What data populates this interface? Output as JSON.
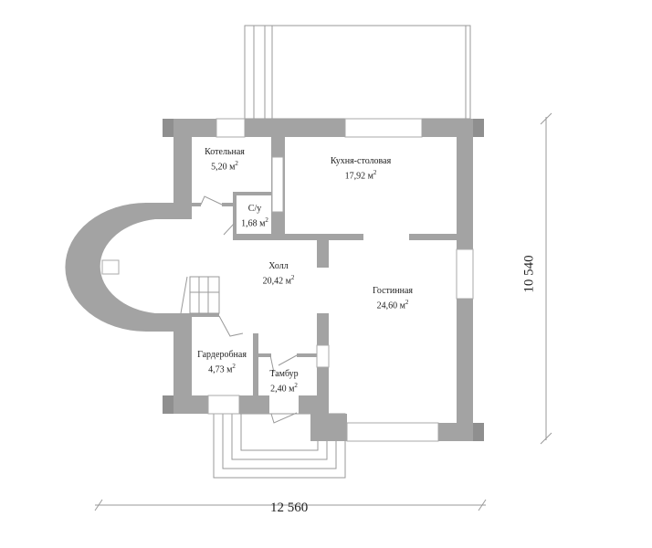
{
  "rooms": [
    {
      "name": "Котельная",
      "area": "5,20",
      "unit": "м",
      "sup": "2"
    },
    {
      "name": "Кухня-столовая",
      "area": "17,92",
      "unit": "м",
      "sup": "2"
    },
    {
      "name": "С/у",
      "area": "1,68",
      "unit": "м",
      "sup": "2"
    },
    {
      "name": "Холл",
      "area": "20,42",
      "unit": "м",
      "sup": "2"
    },
    {
      "name": "Гостинная",
      "area": "24,60",
      "unit": "м",
      "sup": "2"
    },
    {
      "name": "Гардеробная",
      "area": "4,73",
      "unit": "м",
      "sup": "2"
    },
    {
      "name": "Тамбур",
      "area": "2,40",
      "unit": "м",
      "sup": "2"
    }
  ],
  "dimensions": {
    "width": "12 560",
    "height": "10 540"
  },
  "colors": {
    "wall": "#a3a3a3",
    "line": "#9a9a9a"
  }
}
